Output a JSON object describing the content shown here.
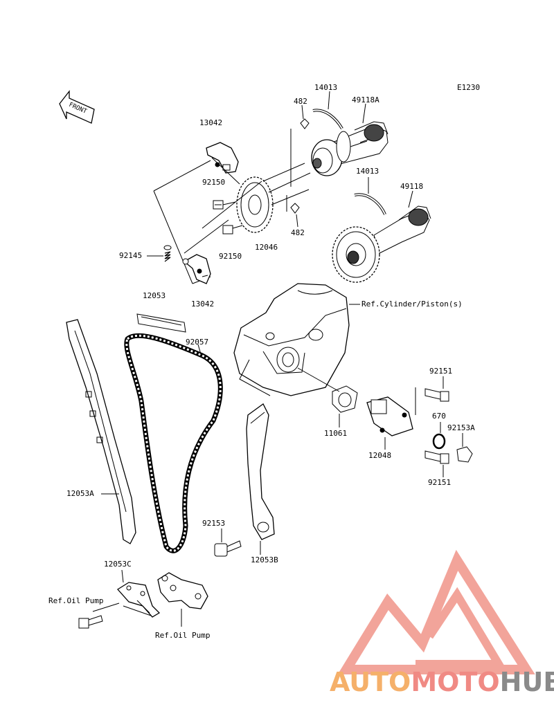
{
  "diagram": {
    "code": "E1230",
    "front_label": "FRONT",
    "labels": {
      "p14013_top": "14013",
      "p49118A": "49118A",
      "p482_top": "482",
      "p13042_top": "13042",
      "p14013_mid": "14013",
      "p49118": "49118",
      "p92150_a": "92150",
      "p482_bot": "482",
      "p92150_b": "92150",
      "p12046": "12046",
      "p92145": "92145",
      "p13042_bot": "13042",
      "p12053": "12053",
      "ref_cylinder": "Ref.Cylinder/Piston(s)",
      "p92057": "92057",
      "p92151_top": "92151",
      "p670": "670",
      "p92153A": "92153A",
      "p11061": "11061",
      "p12048": "12048",
      "p92151_bot": "92151",
      "p12053A": "12053A",
      "p92153": "92153",
      "p12053B": "12053B",
      "p12053C": "12053C",
      "ref_oil_pump_1": "Ref.Oil Pump",
      "ref_oil_pump_2": "Ref.Oil Pump"
    }
  },
  "watermark": {
    "part1": "AUTO",
    "part2": "MOTO",
    "part3": "HUB",
    "color_orange": "#f5b06a",
    "color_red": "#f08a84",
    "color_gray": "#8a8a8a"
  }
}
